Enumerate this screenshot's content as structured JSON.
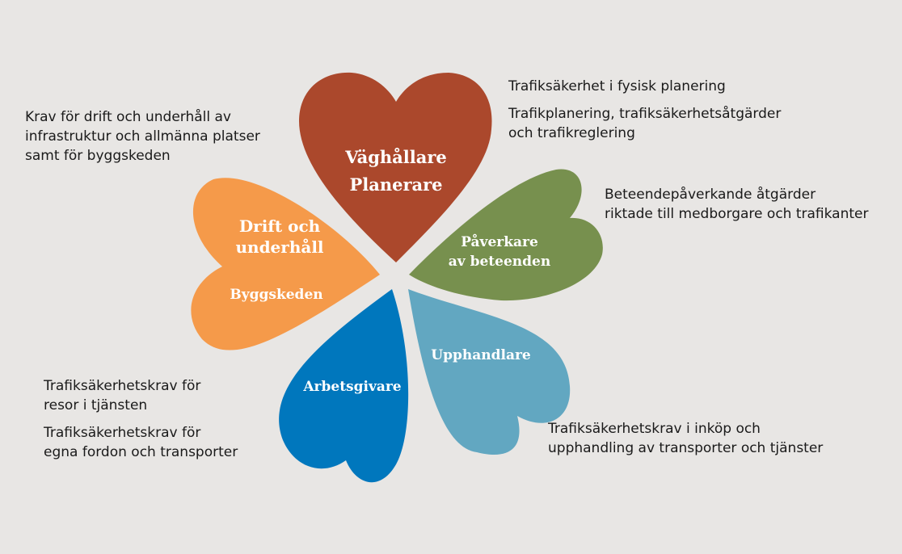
{
  "colors": {
    "background": "#e8e6e4",
    "vaghallare": "#ab482c",
    "paverkare": "#77904e",
    "upphandlare": "#62a7c1",
    "arbetsgivare": "#0077bd",
    "drift": "#f59a4a"
  },
  "petals": {
    "vaghallare": {
      "line1": "Väghållare",
      "line2": "Planerare"
    },
    "paverkare": {
      "line1": "Påverkare",
      "line2": "av beteenden"
    },
    "upphandlare": {
      "line1": "Upphandlare"
    },
    "arbetsgivare": {
      "line1": "Arbetsgivare"
    },
    "drift": {
      "line1": "Drift och",
      "line2": "underhåll",
      "line3": "Byggskeden"
    }
  },
  "descriptions": {
    "vaghallare": {
      "a": "Trafiksäkerhet i fysisk planering",
      "b1": "Trafikplanering, trafiksäkerhetsåtgärder",
      "b2": "och trafikreglering"
    },
    "paverkare": {
      "l1": "Beteendepåverkande åtgärder",
      "l2": "riktade till medborgare och trafikanter"
    },
    "upphandlare": {
      "l1": "Trafiksäkerhetskrav i inköp och",
      "l2": "upphandling av transporter och tjänster"
    },
    "arbetsgivare": {
      "a1": "Trafiksäkerhetskrav för",
      "a2": "resor i tjänsten",
      "b1": "Trafiksäkerhetskrav för",
      "b2": "egna fordon och transporter"
    },
    "drift": {
      "l1": "Krav för drift och underhåll av",
      "l2": "infrastruktur och allmänna platser",
      "l3": "samt för byggskeden"
    }
  }
}
